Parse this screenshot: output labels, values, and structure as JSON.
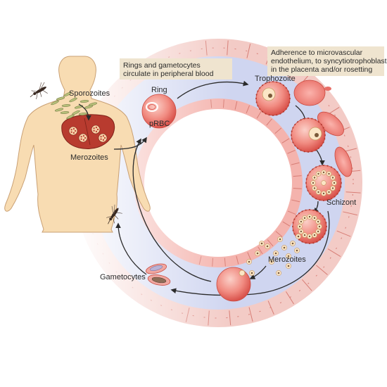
{
  "labels": {
    "sporozoites": "Sporozoites",
    "merozoites_liver": "Merozoites",
    "ring": "Ring",
    "prbc": "pRBC",
    "trophozoite": "Trophozoite",
    "schizont": "Schizont",
    "merozoites_vessel": "Merozoites",
    "gametocytes": "Gametocytes"
  },
  "callouts": {
    "rings": [
      "Rings and gametocytes",
      "circulate in peripheral blood"
    ],
    "adherence": [
      "Adherence to microvascular",
      "endothelium, to syncytiotrophoblasts",
      "in the placenta and/or rosetting"
    ]
  },
  "colors": {
    "skin": "#f8dbb0",
    "skin_outline": "#c9a074",
    "vessel_wall": "#f2c7c2",
    "vessel_lumen": "#cdd3ef",
    "endothelium": "#f1a9a2",
    "rbc": "#ef7f78",
    "liver": "#b63a2e",
    "callout_bg": "#efe4cf"
  }
}
